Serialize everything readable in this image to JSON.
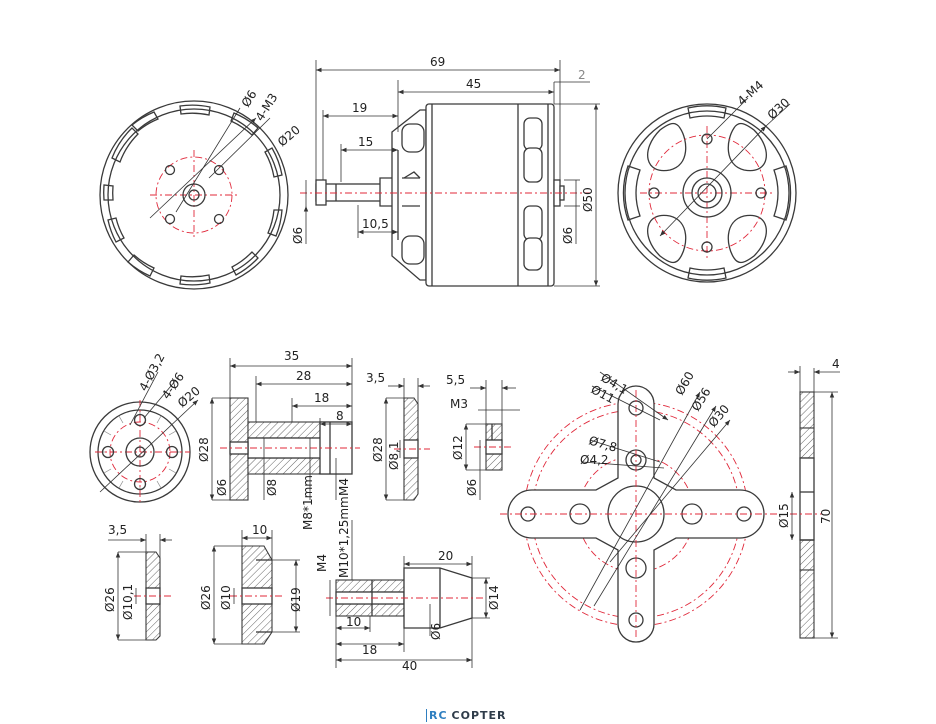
{
  "dimensions": {
    "top": {
      "left_phi6": "Ø6",
      "left_m3": "4-M3",
      "left_phi20": "Ø20",
      "len69": "69",
      "len45": "45",
      "len2": "2",
      "len19": "19",
      "len15": "15",
      "len10_5": "10,5",
      "shaft_phi6": "Ø6",
      "body_phi50": "Ø50",
      "rear_phi6": "Ø6",
      "right_m4": "4-M4",
      "right_phi30": "Ø30"
    },
    "bottom": {
      "p1_phi3_2": "4-Ø3,2",
      "p1_phi6": "4-Ø6",
      "p1_phi20": "Ø20",
      "p2_35": "35",
      "p2_28": "28",
      "p2_18": "18",
      "p2_8": "8",
      "p2_phi28": "Ø28",
      "p2_phi6": "Ø6",
      "p2_phi8": "Ø8",
      "p2_m4": "M4",
      "p2_m8": "M8*1mm",
      "p3_3_5": "3,5",
      "p3_phi28": "Ø28",
      "p3_phi8_1": "Ø8,1",
      "p4_5_5": "5,5",
      "p4_m3": "M3",
      "p4_phi12": "Ø12",
      "p4_phi6": "Ø6",
      "p5_phi4_1": "Ø4,1",
      "p5_phi11": "Ø11",
      "p5_phi60": "Ø60",
      "p5_phi56": "Ø56",
      "p5_phi30": "Ø30",
      "p5_phi7_8": "Ø7,8",
      "p5_phi4_2": "Ø4,2",
      "p6_4": "4",
      "p6_70": "70",
      "p6_phi15": "Ø15",
      "p7_3_5": "3,5",
      "p7_phi26": "Ø26",
      "p7_phi10_1": "Ø10,1",
      "p8_10": "10",
      "p8_phi26": "Ø26",
      "p8_phi10": "Ø10",
      "p8_phi19": "Ø19",
      "p9_m4": "M4",
      "p9_m10": "M10*1,25mm",
      "p9_20": "20",
      "p9_10": "10",
      "p9_18": "18",
      "p9_40": "40",
      "p9_phi14": "Ø14",
      "p9_phi6": "Ø6"
    }
  },
  "logo": {
    "prefix": "RC",
    "name": "COPTER"
  }
}
